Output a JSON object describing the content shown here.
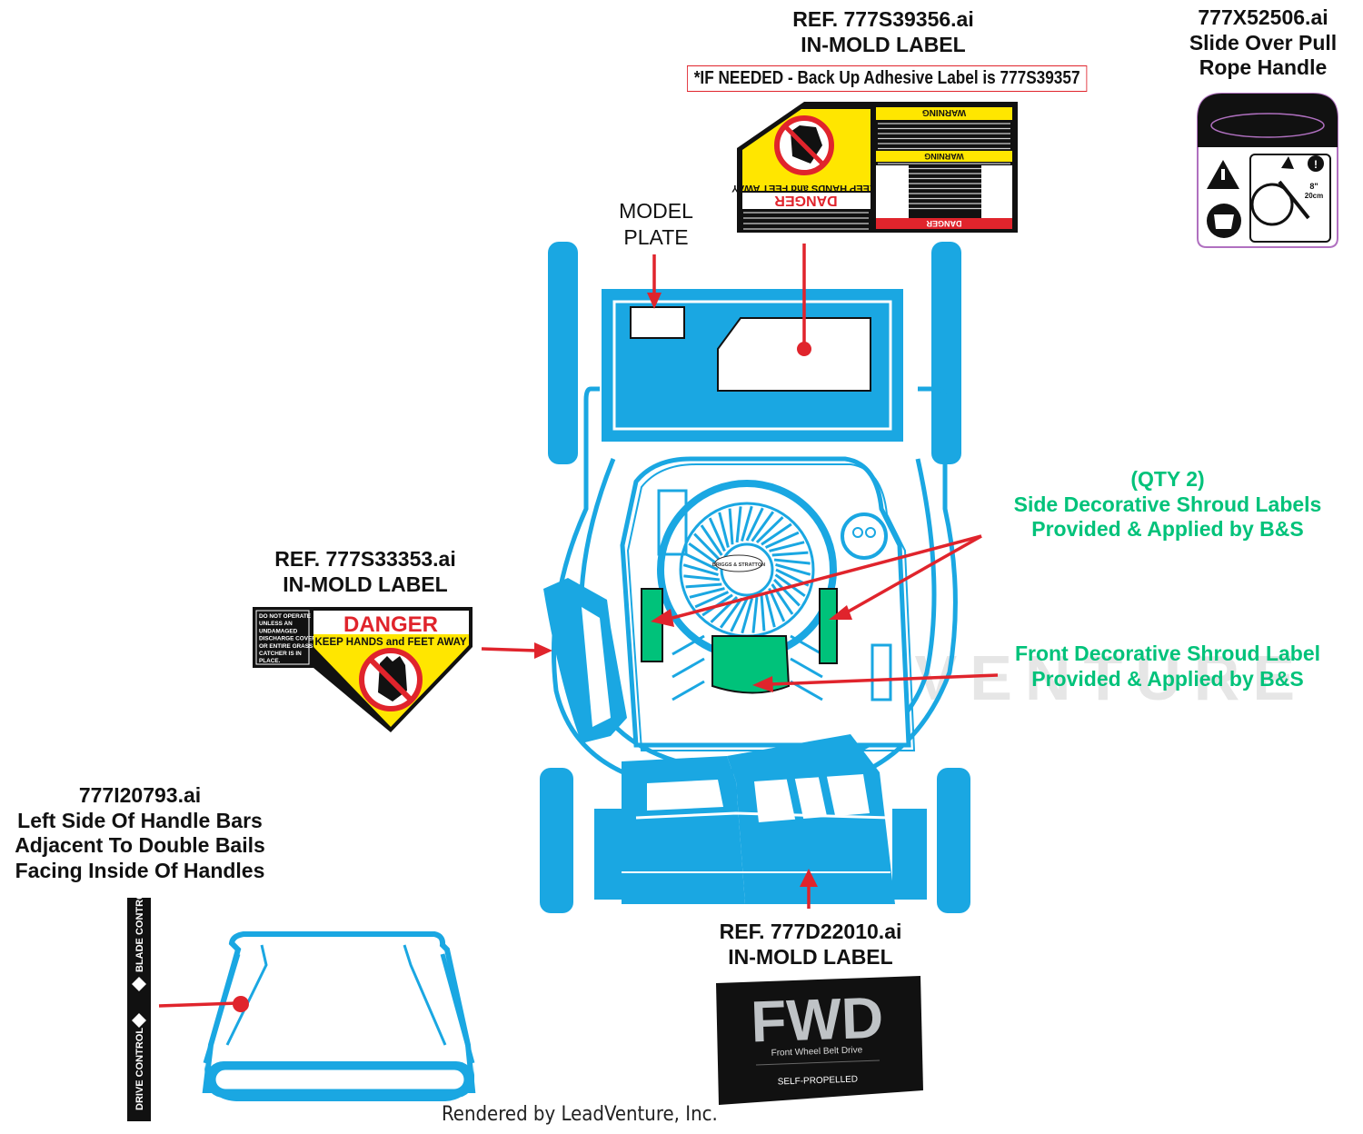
{
  "labels": {
    "top_center": {
      "line1": "REF. 777S39356.ai",
      "line2": "IN-MOLD LABEL",
      "note": "*IF NEEDED - Back Up Adhesive Label is 777S39357"
    },
    "top_right": {
      "line1": "777X52506.ai",
      "line2": "Slide Over Pull",
      "line3": "Rope Handle"
    },
    "model_plate": {
      "line1": "MODEL",
      "line2": "PLATE"
    },
    "left_mid": {
      "line1": "REF. 777S33353.ai",
      "line2": "IN-MOLD LABEL"
    },
    "side_shroud": {
      "line1": "(QTY 2)",
      "line2": "Side Decorative Shroud Labels",
      "line3": "Provided & Applied by B&S"
    },
    "front_shroud": {
      "line1": "Front Decorative Shroud Label",
      "line2": "Provided & Applied by B&S"
    },
    "handle": {
      "line1": "777I20793.ai",
      "line2": "Left Side Of Handle Bars",
      "line3": "Adjacent To Double Bails",
      "line4": "Facing Inside Of Handles"
    },
    "bottom_center": {
      "line1": "REF. 777D22010.ai",
      "line2": "IN-MOLD LABEL"
    }
  },
  "danger_label": {
    "side_text": [
      "DO NOT OPERATE",
      "UNLESS AN",
      "UNDAMAGED",
      "DISCHARGE COVER",
      "OR ENTIRE GRASS",
      "CATCHER IS IN",
      "PLACE."
    ],
    "title": "DANGER",
    "subtitle": "KEEP HANDS and FEET AWAY"
  },
  "warning_label": {
    "danger": "DANGER",
    "warning": "WARNING",
    "subtitle": "KEEP HANDS and FEET AWAY"
  },
  "handle_decal": {
    "blade": "BLADE CONTROL",
    "drive": "DRIVE CONTROL"
  },
  "fwd_label": {
    "title": "FWD",
    "subtitle": "Front Wheel Belt Drive",
    "footer": "SELF-PROPELLED"
  },
  "engine_badge": "BRIGGS & STRATTON",
  "pull_handle": {
    "size1": "8\"",
    "size2": "20cm"
  },
  "watermark": "LEADVENTURE",
  "footer": "Rendered by LeadVenture, Inc.",
  "colors": {
    "mower_blue": "#1aa7e2",
    "accent_red": "#e0242c",
    "shroud_green": "#00c27a",
    "danger_yellow": "#ffe600"
  }
}
